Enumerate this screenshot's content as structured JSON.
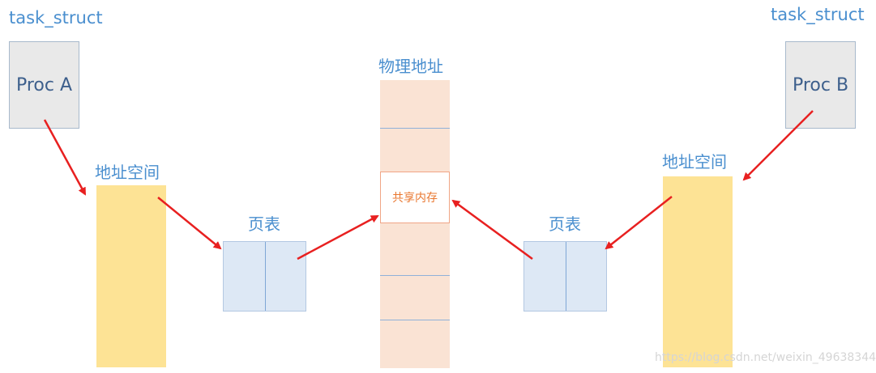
{
  "left": {
    "task_label": "task_struct",
    "proc_label": "Proc A",
    "addr_space_label": "地址空间",
    "page_table_label": "页表"
  },
  "right": {
    "task_label": "task_struct",
    "proc_label": "Proc B",
    "addr_space_label": "地址空间",
    "page_table_label": "页表"
  },
  "physical": {
    "title": "物理地址",
    "shared_label": "共享内存"
  },
  "watermark": "https://blog.csdn.net/weixin_49638344",
  "colors": {
    "label_blue": "#4a8fcf",
    "arrow_red": "#e82020",
    "address_space_fill": "#fde395",
    "page_table_fill": "#dde8f5",
    "physical_fill": "#fae3d4",
    "shared_text": "#e9772f"
  }
}
